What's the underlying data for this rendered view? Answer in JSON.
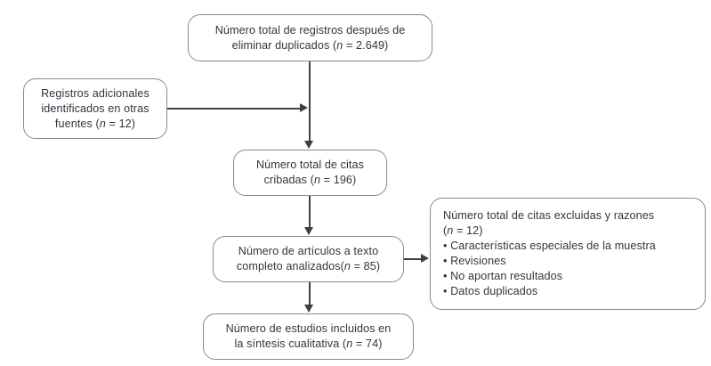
{
  "diagram": {
    "type": "prisma-flow-diagram",
    "language": "es",
    "colors": {
      "text": "#2f3640",
      "border": "#8a8a8a",
      "connector": "#3a3f48",
      "background": "#ffffff"
    },
    "nodes": {
      "records_after_duplicates": {
        "line1": "Número total de registros después de",
        "line2_prefix": "eliminar duplicados (",
        "n_symbol": "n",
        "line2_suffix": " = 2.649)",
        "n_value": "2.649"
      },
      "additional_records": {
        "line1": "Registros adicionales",
        "line2": "identificados en otras",
        "line3_prefix": "fuentes (",
        "n_symbol": "n",
        "line3_suffix": " = 12)",
        "n_value": "12"
      },
      "screened_citations": {
        "line1": "Número total de citas",
        "line2_prefix": "cribadas (",
        "n_symbol": "n",
        "line2_suffix": " = 196)",
        "n_value": "196"
      },
      "fulltext_articles": {
        "line1": "Número de artículos a texto",
        "line2_prefix": "completo analizados(",
        "n_symbol": "n",
        "line2_suffix": " = 85)",
        "n_value": "85"
      },
      "included_studies": {
        "line1": "Número de estudios incluidos en",
        "line2_prefix": "la síntesis cualitativa (",
        "n_symbol": "n",
        "line2_suffix": " = 74)",
        "n_value": "74"
      },
      "excluded_citations": {
        "title": "Número total de citas excluidas y razones",
        "count_prefix": "(",
        "n_symbol": "n",
        "count_suffix": " = 12)",
        "n_value": "12",
        "reasons": [
          "• Características especiales de la muestra",
          "• Revisiones",
          "• No aportan resultados",
          "• Datos duplicados"
        ]
      }
    },
    "connectors": [
      {
        "name": "records-to-screened",
        "from": "records_after_duplicates",
        "to": "screened_citations",
        "direction": "down"
      },
      {
        "name": "additional-to-main-trunk",
        "from": "additional_records",
        "to": "records-to-screened",
        "direction": "right"
      },
      {
        "name": "screened-to-fulltext",
        "from": "screened_citations",
        "to": "fulltext_articles",
        "direction": "down"
      },
      {
        "name": "fulltext-to-excluded",
        "from": "fulltext_articles",
        "to": "excluded_citations",
        "direction": "right"
      },
      {
        "name": "fulltext-to-included",
        "from": "fulltext_articles",
        "to": "included_studies",
        "direction": "down"
      }
    ]
  }
}
